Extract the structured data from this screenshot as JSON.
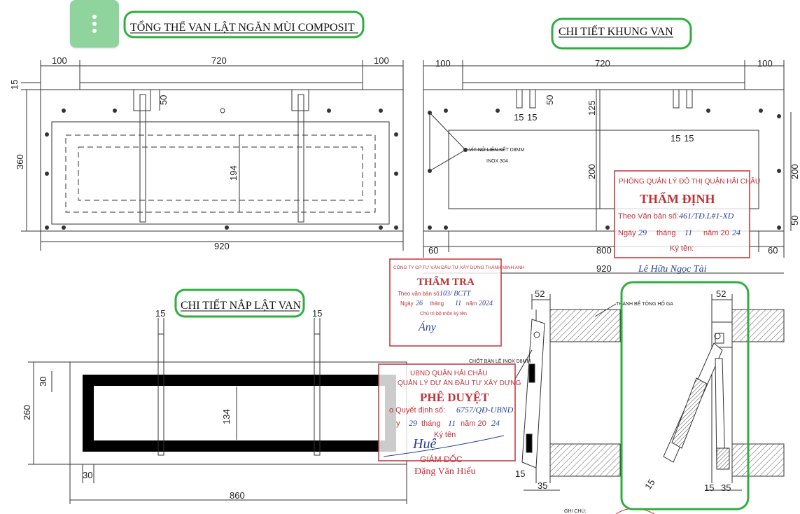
{
  "titles": {
    "overall": "TỔNG THỂ VAN LẬT NGĂN MÙI COMPOSIT",
    "frame": "CHI TIẾT KHUNG VAN",
    "cover": "CHI TIẾT NẮP LẬT VAN"
  },
  "overall": {
    "dim_left": "100",
    "dim_mid": "720",
    "dim_right": "100",
    "dim_top": "15",
    "dim_height": "360",
    "dim_hinge": "50",
    "dim_inner": "194",
    "dim_total": "920"
  },
  "frame": {
    "dim_left": "100",
    "dim_mid": "720",
    "dim_right": "100",
    "dim_hinge": "50",
    "dim_a": "15",
    "dim_b": "15",
    "dim_top": "125",
    "dim_height": "200",
    "dim_right_h": "200",
    "dim_right_b": "50",
    "dim_c": "15",
    "dim_d": "15",
    "dim_60l": "60",
    "dim_800": "800",
    "dim_60r": "60",
    "dim_total": "920",
    "screw_note_1": "VÍT NỞ LIÊN KẾT D8MM",
    "screw_note_2": "INOX 304"
  },
  "cover": {
    "dim_15a": "15",
    "dim_15b": "15",
    "dim_30": "30",
    "dim_260": "260",
    "dim_134": "134",
    "dim_30b": "30",
    "dim_860": "860"
  },
  "section": {
    "dim_52a": "52",
    "dim_52b": "52",
    "wall_note": "THÀNH BỂ TÔNG HỐ GA",
    "pin_note": "CHỐT BẢN LỀ INOX D8MM",
    "dim_15a": "15",
    "dim_35a": "35",
    "dim_15b": "15",
    "dim_15c": "15",
    "dim_35b": "35",
    "footnote": "GHI CHÚ:"
  },
  "stamp_tham_dinh": {
    "office": "PHÒNG QUẢN LÝ ĐÔ THỊ QUẬN HẢI CHÂU",
    "heading": "THẨM ĐỊNH",
    "doc_label": "Theo Văn bản số:",
    "doc_value": "461/TĐ.L#1-XD",
    "date_label_1": "Ngày",
    "date_day": "29",
    "date_label_2": "tháng",
    "date_month": "11",
    "date_label_3": "năm 20",
    "date_year": "24",
    "sign_label": "Ký tên:",
    "signer": "Lê Hữu Ngọc Tài"
  },
  "stamp_tham_tra": {
    "company": "CÔNG TY CP TƯ VẤN ĐẦU TƯ XÂY DỰNG THÀNH MINH ANH",
    "heading": "THẨM TRA",
    "doc_label": "Theo văn bản số:",
    "doc_value": "103/ BCTT",
    "date_label_1": "Ngày",
    "date_day": "26",
    "date_label_2": "tháng",
    "date_month": "11",
    "date_label_3": "năm",
    "date_year": "2024",
    "sign_label": "Chủ trì bộ môn ký tên",
    "signature": "Ány"
  },
  "stamp_phe_duyet": {
    "org_1": "UBND QUẬN HẢI CHÂU",
    "org_2": "QUẢN LÝ DỰ ÁN ĐẦU TƯ XÂY DỰNG",
    "heading": "PHÊ DUYỆT",
    "doc_label": "o Quyết định số:",
    "doc_value": "6757/QĐ-UBND",
    "date_label_1": "y",
    "date_day": "29",
    "date_label_2": "tháng",
    "date_month": "11",
    "date_label_3": "năm 20",
    "date_year": "24",
    "sign_label": "Ký tên",
    "signature": "Huệ",
    "role": "GIÁM ĐỐC",
    "director": "Đặng Văn Hiếu"
  },
  "colors": {
    "highlight": "#2fae3f",
    "stamp": "#c0323a",
    "ink": "#2a3d9a",
    "menu_button": "#8fd39d"
  },
  "icons": {
    "menu": "vertical-ellipsis-icon"
  }
}
